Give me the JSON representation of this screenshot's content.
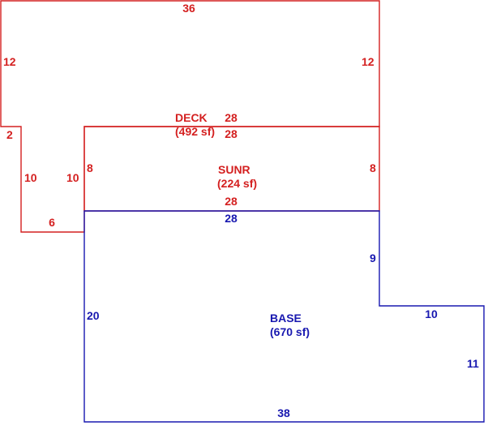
{
  "colors": {
    "deck": "#d42020",
    "sunroom": "#d42020",
    "base": "#1818b0",
    "background": "#ffffff"
  },
  "areas": {
    "deck": {
      "name": "DECK",
      "area": "(492 sf)"
    },
    "sunroom": {
      "name": "SUNR",
      "area": "(224 sf)"
    },
    "base": {
      "name": "BASE",
      "area": "(670 sf)"
    }
  },
  "dimensions": {
    "deck_top": "36",
    "deck_left": "12",
    "deck_right": "12",
    "deck_step": "2",
    "deck_notch_outer": "10",
    "deck_notch_inner": "10",
    "deck_notch_bottom": "6",
    "deck_inner_top": "28",
    "sunroom_top": "28",
    "sunroom_left": "8",
    "sunroom_right": "8",
    "sunroom_bottom": "28",
    "base_top": "28",
    "base_right_upper": "9",
    "base_left": "20",
    "base_step": "10",
    "base_right_lower": "11",
    "base_bottom": "38"
  }
}
